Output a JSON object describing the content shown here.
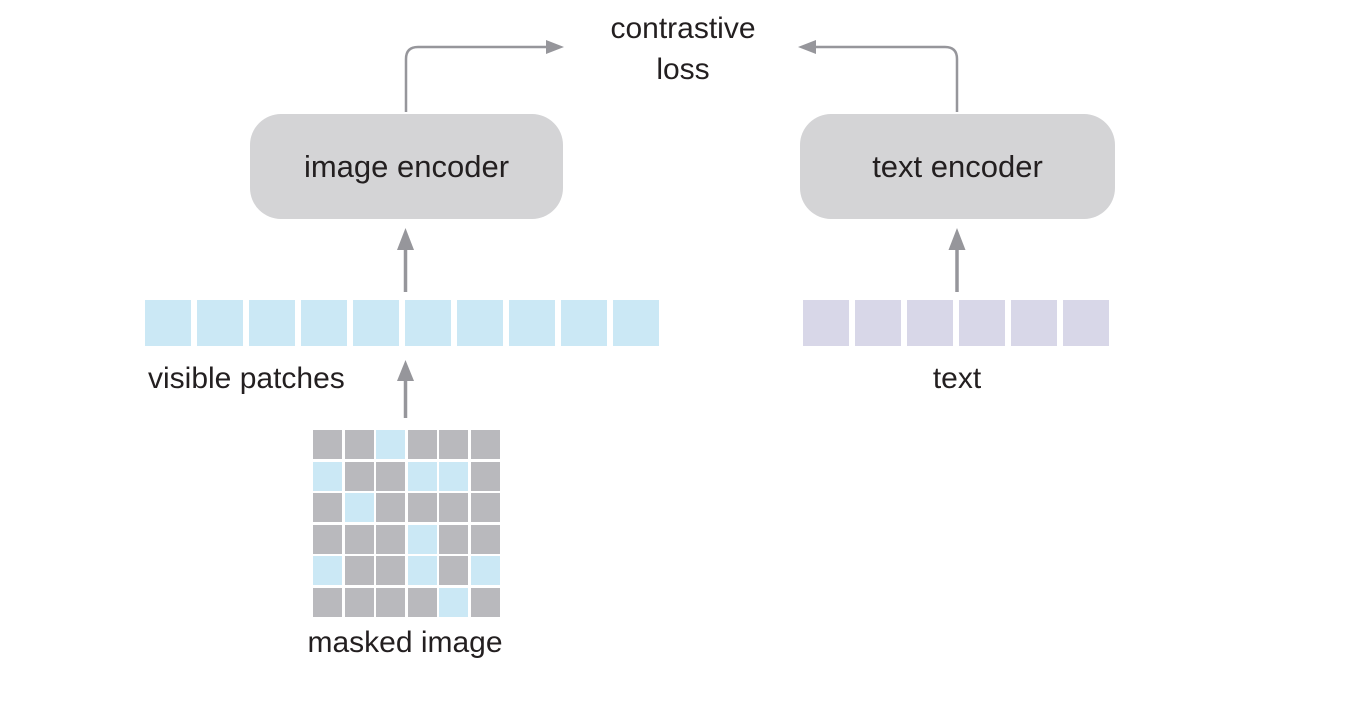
{
  "figure": {
    "loss_label": "contrastive loss",
    "image_branch": {
      "encoder_label": "image encoder",
      "patches_label": "visible patches",
      "visible_patch_count": 10,
      "masked_image_label": "masked image",
      "masked_grid": {
        "rows": 6,
        "cols": 6,
        "pattern": [
          [
            0,
            0,
            1,
            0,
            0,
            0
          ],
          [
            1,
            0,
            0,
            1,
            1,
            0
          ],
          [
            0,
            1,
            0,
            0,
            0,
            0
          ],
          [
            0,
            0,
            0,
            1,
            0,
            0
          ],
          [
            1,
            0,
            0,
            1,
            0,
            1
          ],
          [
            0,
            0,
            0,
            0,
            1,
            0
          ]
        ]
      }
    },
    "text_branch": {
      "encoder_label": "text encoder",
      "tokens_label": "text",
      "token_count": 6
    }
  },
  "colors": {
    "background": "#ffffff",
    "patch_blue": "#cbe8f5",
    "token_lavender": "#d8d7e8",
    "masked_gray": "#b9b9bd",
    "encoder_box_gray": "#d4d4d6",
    "arrow_gray": "#96969b",
    "text_dark": "#231f20"
  }
}
